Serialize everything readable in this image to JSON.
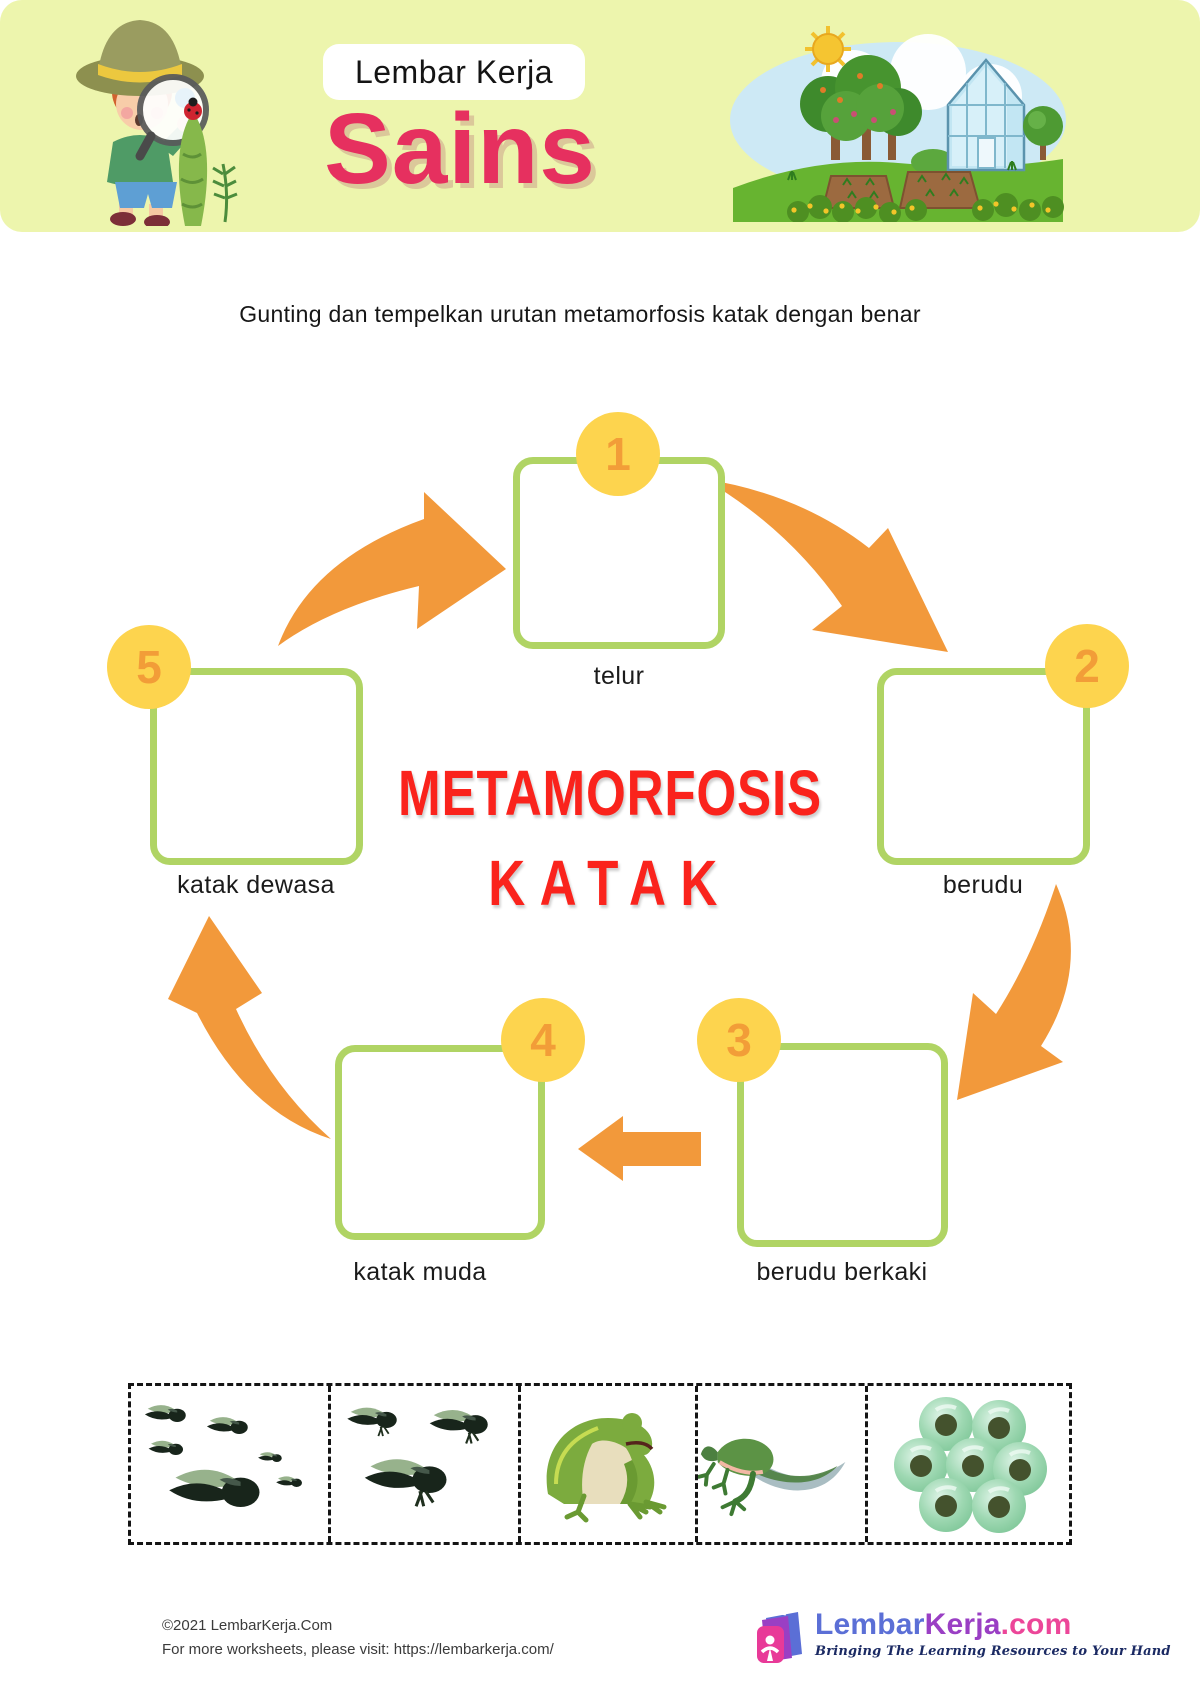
{
  "header": {
    "badge": "Lembar Kerja",
    "title": "Sains"
  },
  "instruction": "Gunting dan tempelkan urutan metamorfosis katak dengan benar",
  "diagram": {
    "title_line1": "METAMORFOSIS",
    "title_line2": "KATAK",
    "steps": [
      {
        "number": "1",
        "label": "telur"
      },
      {
        "number": "2",
        "label": "berudu"
      },
      {
        "number": "3",
        "label": "berudu berkaki"
      },
      {
        "number": "4",
        "label": "katak muda"
      },
      {
        "number": "5",
        "label": "katak dewasa"
      }
    ]
  },
  "cutout_strip": {
    "items": [
      {
        "name": "tadpoles"
      },
      {
        "name": "tadpoles-with-legs"
      },
      {
        "name": "adult-frog"
      },
      {
        "name": "froglet-with-tail"
      },
      {
        "name": "frog-eggs"
      }
    ]
  },
  "footer": {
    "copyright": "©2021 LembarKerja.Com",
    "visit": "For more worksheets, please visit: https://lembarkerja.com/",
    "logo": {
      "part1": "Lembar",
      "part2": "Kerja",
      "part3": ".com",
      "tagline": "Bringing The Learning Resources to Your Hand"
    }
  },
  "theme": {
    "header_bg": "#edf5ad",
    "title_pink": "#e6305f",
    "cycle_title_red": "#fa231c",
    "box_border_green": "#b0d464",
    "number_circle_yellow": "#fdd44e",
    "number_orange": "#f29d38",
    "arrow_orange": "#f2993b"
  }
}
